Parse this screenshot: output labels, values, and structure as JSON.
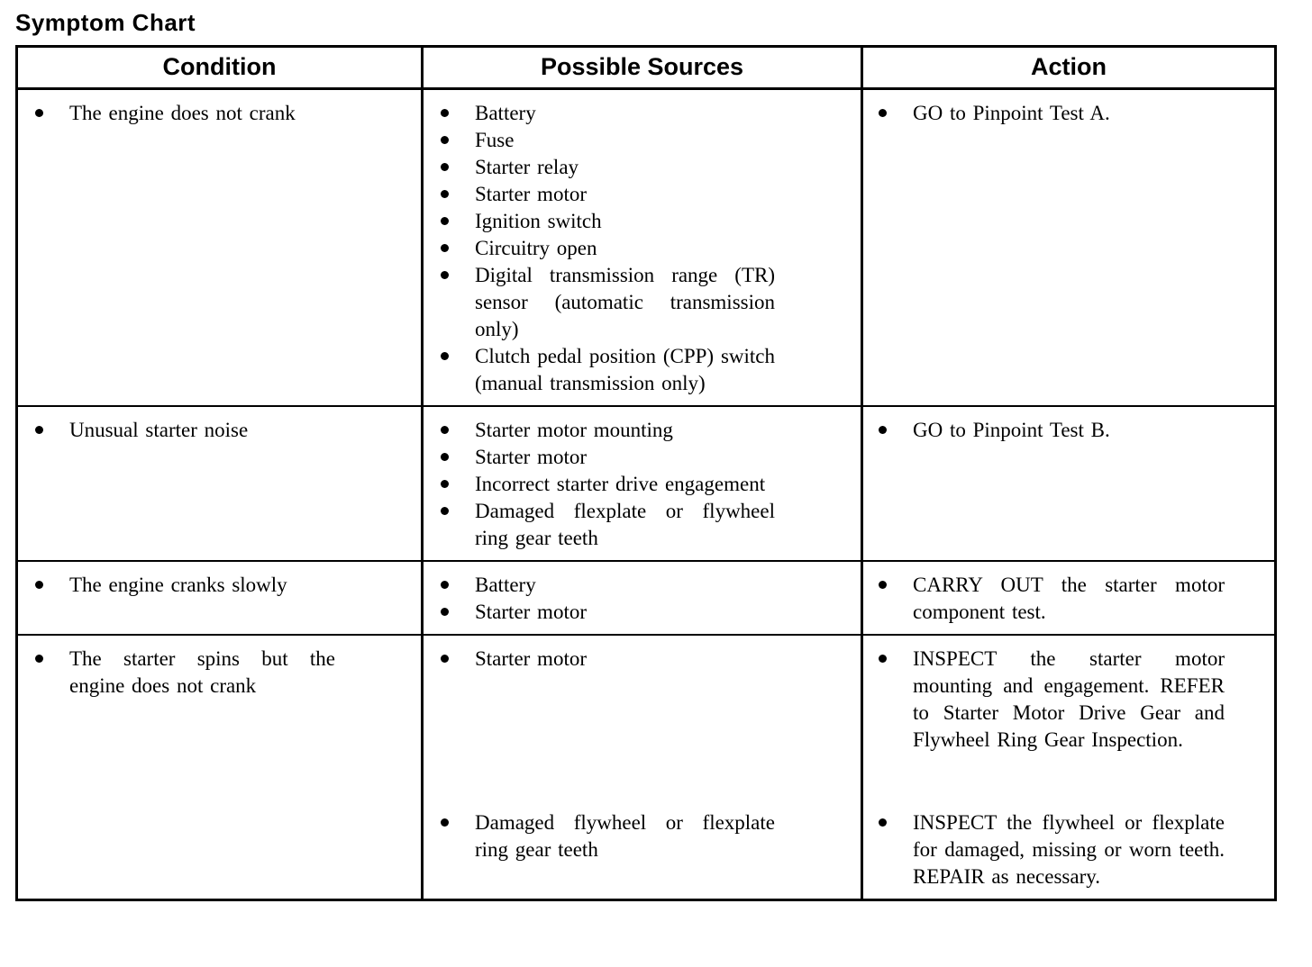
{
  "page": {
    "title": "Symptom Chart"
  },
  "icons": {
    "bullet": "filled-circle"
  },
  "colors": {
    "text": "#000000",
    "background": "#ffffff",
    "border": "#000000"
  },
  "table": {
    "headers": [
      "Condition",
      "Possible Sources",
      "Action"
    ],
    "rows": [
      {
        "condition": "The engine does not crank",
        "sources": [
          "Battery",
          "Fuse",
          "Starter relay",
          "Starter motor",
          "Ignition switch",
          "Circuitry open",
          "Digital transmission range (TR) sensor (automatic transmission only)",
          "Clutch pedal position (CPP) switch (manual transmission only)"
        ],
        "actions": [
          "GO to Pinpoint Test A."
        ]
      },
      {
        "condition": "Unusual starter noise",
        "sources": [
          "Starter motor mounting",
          "Starter motor",
          "Incorrect starter drive engagement",
          "Damaged flexplate or flywheel ring gear teeth"
        ],
        "actions": [
          "GO to Pinpoint Test B."
        ]
      },
      {
        "condition": "The engine cranks slowly",
        "sources": [
          "Battery",
          "Starter motor"
        ],
        "actions": [
          "CARRY OUT the starter motor component test."
        ]
      },
      {
        "condition": "The starter spins but the engine does not crank",
        "groups": [
          {
            "source": "Starter motor",
            "action": "INSPECT the starter motor mounting and engagement. REFER to Starter Motor Drive Gear and Flywheel Ring Gear Inspection."
          },
          {
            "source": "Damaged flywheel or flexplate ring gear teeth",
            "action": "INSPECT the flywheel or flexplate for damaged, missing or worn teeth. REPAIR as necessary."
          }
        ]
      }
    ]
  }
}
